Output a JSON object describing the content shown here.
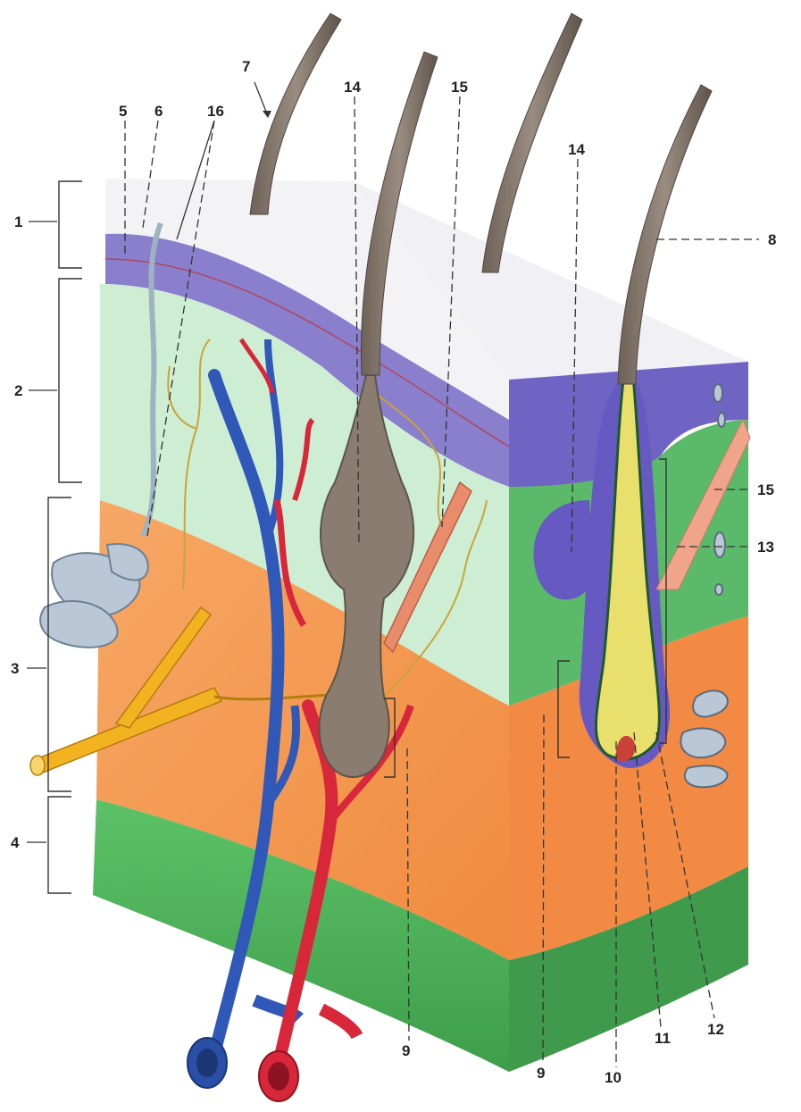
{
  "diagram": {
    "labels": {
      "l1": "1",
      "l2": "2",
      "l3": "3",
      "l4": "4",
      "l5": "5",
      "l6": "6",
      "l7": "7",
      "l8": "8",
      "l9a": "9",
      "l9b": "9",
      "l10": "10",
      "l11": "11",
      "l12": "12",
      "l13": "13",
      "l14a": "14",
      "l14b": "14",
      "l15a": "15",
      "l15b": "15",
      "l16": "16"
    }
  }
}
